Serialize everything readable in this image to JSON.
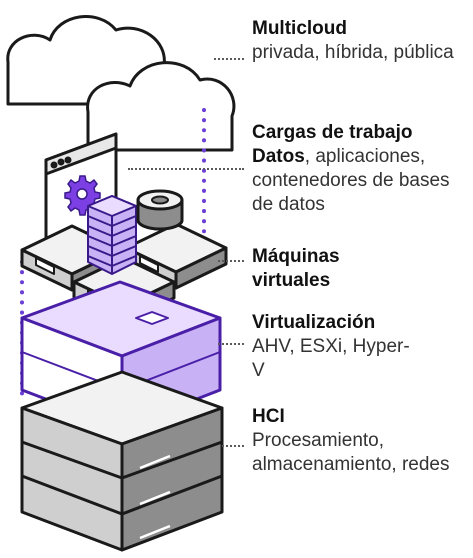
{
  "layers": [
    {
      "title": "Multicloud",
      "description": "privada, híbrida, pública"
    },
    {
      "title": "Cargas de trabajo",
      "highlight": "Datos",
      "description": ", aplicaciones, contenedores de bases de datos"
    },
    {
      "title": "Máquinas virtuales",
      "description": ""
    },
    {
      "title": "Virtualización",
      "description": "AHV, ESXi, Hyper-V"
    },
    {
      "title": "HCI",
      "description": "Procesamiento, almacenamiento, redes"
    }
  ],
  "colors": {
    "purple": "#7b3fe4",
    "purple_light": "#e9dcff",
    "purple_mid": "#c8b2f5",
    "outline": "#1a1a1a",
    "gray_light": "#f2f2f2",
    "gray_mid": "#cfcfcf",
    "gray_dark": "#8d8d8d"
  },
  "icons": [
    "cloud-icon",
    "browser-window-icon",
    "gear-icon",
    "server-stack-icon",
    "database-icon",
    "vm-box-icon",
    "hypervisor-block-icon",
    "hci-server-icon"
  ]
}
